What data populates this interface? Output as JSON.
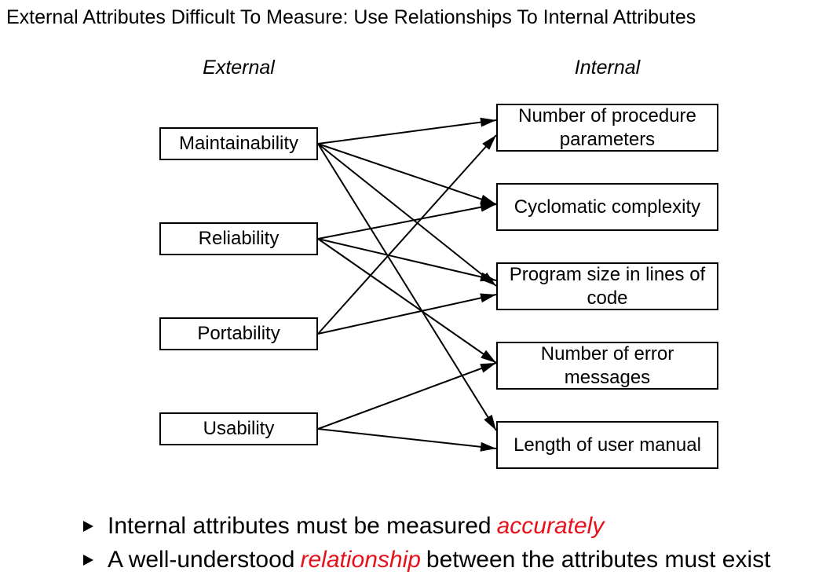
{
  "title": "External Attributes Difficult To Measure: Use Relationships To Internal Attributes",
  "columns": {
    "external": "External",
    "internal": "Internal"
  },
  "external_attributes": [
    {
      "id": "maintainability",
      "label": "Maintainability"
    },
    {
      "id": "reliability",
      "label": "Reliability"
    },
    {
      "id": "portability",
      "label": "Portability"
    },
    {
      "id": "usability",
      "label": "Usability"
    }
  ],
  "internal_attributes": [
    {
      "id": "params",
      "label": "Number of procedure parameters"
    },
    {
      "id": "cyclomatic",
      "label": "Cyclomatic complexity"
    },
    {
      "id": "size",
      "label": "Program size in lines of code"
    },
    {
      "id": "errors",
      "label": "Number of error messages"
    },
    {
      "id": "manual",
      "label": "Length of user manual"
    }
  ],
  "relationships": [
    {
      "from": "maintainability",
      "to": "params"
    },
    {
      "from": "maintainability",
      "to": "cyclomatic"
    },
    {
      "from": "maintainability",
      "to": "size"
    },
    {
      "from": "maintainability",
      "to": "manual"
    },
    {
      "from": "reliability",
      "to": "cyclomatic"
    },
    {
      "from": "reliability",
      "to": "size"
    },
    {
      "from": "reliability",
      "to": "errors"
    },
    {
      "from": "portability",
      "to": "params"
    },
    {
      "from": "portability",
      "to": "size"
    },
    {
      "from": "usability",
      "to": "errors"
    },
    {
      "from": "usability",
      "to": "manual"
    }
  ],
  "bullets": [
    {
      "before": "Internal attributes must be measured",
      "emphasis": "accurately",
      "after": ""
    },
    {
      "before": "A well-understood",
      "emphasis": "relationship",
      "after": "between the attributes must exist"
    }
  ],
  "colors": {
    "emphasis": "#e8101a",
    "line": "#000000"
  }
}
